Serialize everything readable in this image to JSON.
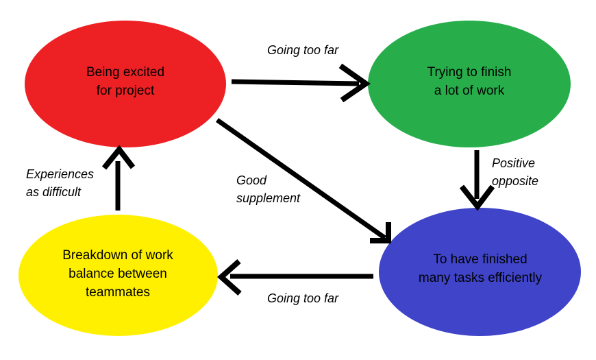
{
  "diagram": {
    "type": "cycle-flow-diagram",
    "background_color": "#FFFFFF",
    "nodes": [
      {
        "id": "excited",
        "label": "Being excited\nfor project",
        "color": "#ED2024",
        "position": "top-left"
      },
      {
        "id": "finish-work",
        "label": "Trying to finish\na lot of work",
        "color": "#27AE4B",
        "position": "top-right"
      },
      {
        "id": "breakdown",
        "label": "Breakdown of work\nbalance between\nteammates",
        "color": "#FFF000",
        "position": "bottom-left"
      },
      {
        "id": "finished-tasks",
        "label": "To have finished\nmany tasks efficiently",
        "color": "#3F44C8",
        "position": "bottom-right"
      }
    ],
    "edges": [
      {
        "id": "excited-to-finish-work",
        "label": "Going too far",
        "from": "excited",
        "to": "finish-work",
        "direction": "right",
        "color": "#000000"
      },
      {
        "id": "excited-to-finished-tasks",
        "label": "Good\nsupplement",
        "from": "excited",
        "to": "finished-tasks",
        "direction": "diagonal-down-right",
        "color": "#000000"
      },
      {
        "id": "finish-work-to-finished-tasks",
        "label": "Positive\nopposite",
        "from": "finish-work",
        "to": "finished-tasks",
        "direction": "down",
        "color": "#000000"
      },
      {
        "id": "finished-tasks-to-breakdown",
        "label": "Going too far",
        "from": "finished-tasks",
        "to": "breakdown",
        "direction": "left",
        "color": "#000000"
      },
      {
        "id": "breakdown-to-excited",
        "label": "Experiences\nas difficult",
        "from": "breakdown",
        "to": "excited",
        "direction": "up",
        "color": "#000000"
      }
    ]
  }
}
